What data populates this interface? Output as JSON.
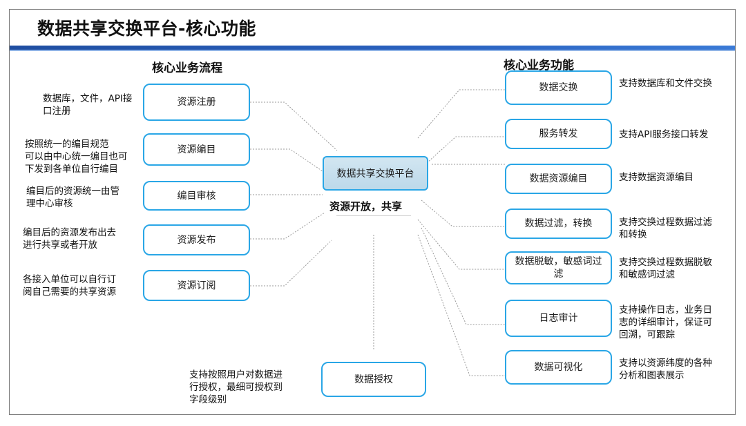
{
  "title": "数据共享交换平台-核心功能",
  "left_heading": "核心业务流程",
  "right_heading": "核心业务功能",
  "hub": {
    "label": "数据共享交换平台",
    "caption": "资源开放，共享"
  },
  "process": [
    {
      "label": "资源注册",
      "desc": [
        "数据库，文件，API接",
        "口注册"
      ]
    },
    {
      "label": "资源编目",
      "desc": [
        "按照统一的编目规范",
        "可以由中心统一编目也可",
        "下发到各单位自行编目"
      ]
    },
    {
      "label": "编目审核",
      "desc": [
        "编目后的资源统一由管",
        "理中心审核"
      ]
    },
    {
      "label": "资源发布",
      "desc": [
        "编目后的资源发布出去",
        "进行共享或者开放"
      ]
    },
    {
      "label": "资源订阅",
      "desc": [
        "各接入单位可以自行订",
        "阅自己需要的共享资源"
      ]
    }
  ],
  "functions": [
    {
      "label": "数据交换",
      "desc": [
        "支持数据库和文件交换"
      ]
    },
    {
      "label": "服务转发",
      "desc": [
        "支持API服务接口转发"
      ]
    },
    {
      "label": "数据资源编目",
      "desc": [
        "支持数据资源编目"
      ]
    },
    {
      "label": "数据过滤，转换",
      "desc": [
        "支持交换过程数据过滤",
        "和转换"
      ]
    },
    {
      "label": "数据脱敏，敏感词过滤",
      "desc": [
        "支持交换过程数据脱敏",
        "和敏感词过滤"
      ]
    },
    {
      "label": "日志审计",
      "desc": [
        "支持操作日志，业务日",
        "志的详细审计，保证可",
        "回溯，可跟踪"
      ]
    },
    {
      "label": "数据可视化",
      "desc": [
        "支持以资源纬度的各种",
        "分析和图表展示"
      ]
    }
  ],
  "bottom": {
    "label": "数据授权",
    "desc": [
      "支持按照用户对数据进",
      "行授权，最细可授权到",
      "字段级别"
    ]
  },
  "colors": {
    "accent": "#29a6e6",
    "title_bar": "#1f4ea1",
    "hub_fill": "#c6dfee"
  }
}
